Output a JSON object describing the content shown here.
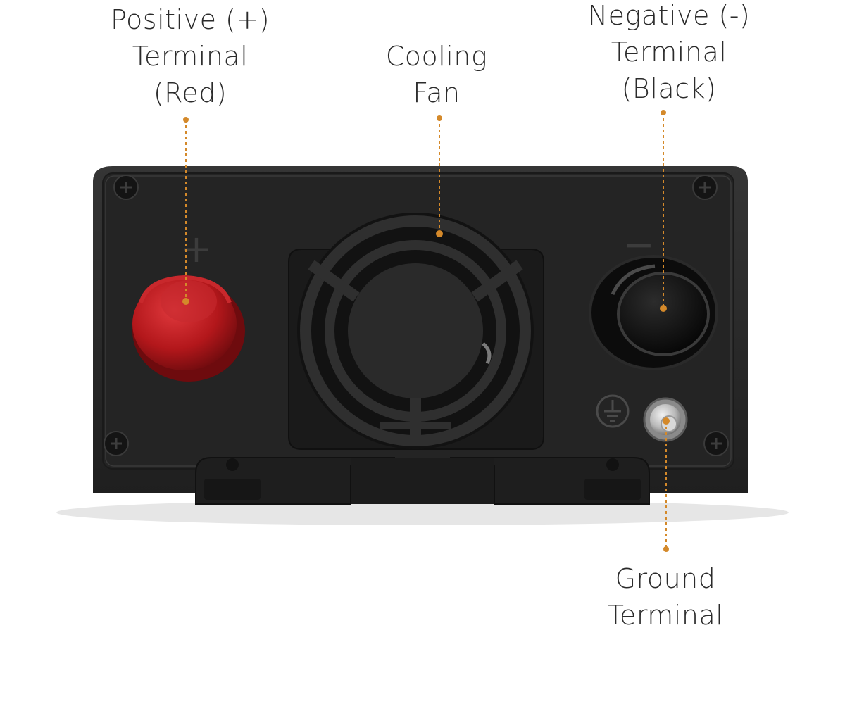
{
  "labels": {
    "positive": {
      "lines": [
        "Positive (+)",
        "Terminal",
        "(Red)"
      ]
    },
    "fan": {
      "lines": [
        "Cooling",
        "Fan"
      ]
    },
    "negative": {
      "lines": [
        "Negative (-)",
        "Terminal",
        "(Black)"
      ]
    },
    "ground": {
      "lines": [
        "Ground",
        "Terminal"
      ]
    }
  },
  "panel_symbols": {
    "plus": "+",
    "minus": "−"
  },
  "colors": {
    "leader": "#d4892a",
    "housing": "#2a2a2a",
    "panel": "#232323",
    "positive_knob": "#b3171b",
    "negative_knob": "#111111",
    "ground_bolt": "#c9c9c9",
    "label_text": "#2b2b2b"
  },
  "icons": [
    "screw-icon",
    "ground-symbol-icon",
    "fan-icon"
  ]
}
